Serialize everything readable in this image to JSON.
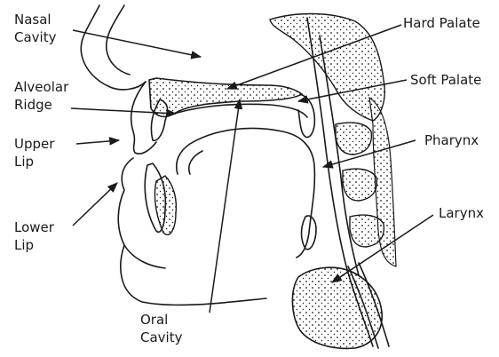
{
  "labels": {
    "nasal_cavity": "Nasal\nCavity",
    "alveolar_ridge": "Alveolar\nRidge",
    "upper_lip": "Upper\nLip",
    "lower_lip": "Lower\nLip",
    "oral_cavity": "Oral\nCavity",
    "hard_palate": "Hard Palate",
    "soft_palate": "Soft Palate",
    "pharynx": "Pharynx",
    "larynx": "Larynx"
  },
  "colors": {
    "ink": "#1a1a1a",
    "background": "#ffffff"
  }
}
